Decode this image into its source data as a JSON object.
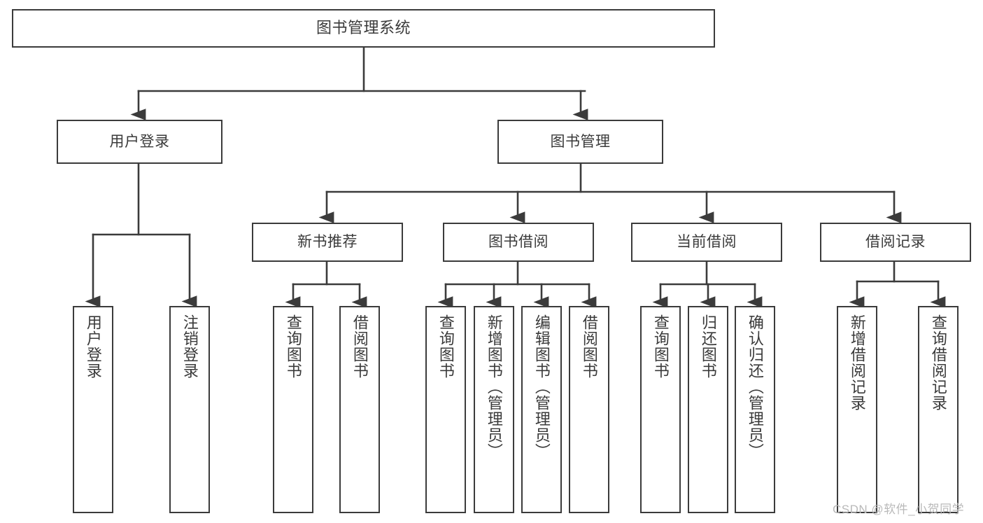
{
  "diagram": {
    "title": "图书管理系统",
    "type": "hierarchy-tree",
    "levels": 4,
    "nodes": {
      "root": {
        "label": "图书管理系统"
      },
      "level1": [
        {
          "id": "user-login",
          "label": "用户登录"
        },
        {
          "id": "book-management",
          "label": "图书管理"
        }
      ],
      "level2": [
        {
          "id": "new-book-recommend",
          "label": "新书推荐",
          "parent": "book-management"
        },
        {
          "id": "book-borrow",
          "label": "图书借阅",
          "parent": "book-management"
        },
        {
          "id": "current-borrow",
          "label": "当前借阅",
          "parent": "book-management"
        },
        {
          "id": "borrow-record",
          "label": "借阅记录",
          "parent": "book-management"
        }
      ],
      "leaves": {
        "user-login": [
          {
            "id": "leaf-user-login",
            "label": "用户登录"
          },
          {
            "id": "leaf-logout-login",
            "label": "注销登录"
          }
        ],
        "new-book-recommend": [
          {
            "id": "leaf-query-book-1",
            "label": "查询图书"
          },
          {
            "id": "leaf-borrow-book-1",
            "label": "借阅图书"
          }
        ],
        "book-borrow": [
          {
            "id": "leaf-query-book-2",
            "label": "查询图书"
          },
          {
            "id": "leaf-add-book",
            "label": "新增图书（管理员）"
          },
          {
            "id": "leaf-edit-book",
            "label": "编辑图书（管理员）"
          },
          {
            "id": "leaf-borrow-book-2",
            "label": "借阅图书"
          }
        ],
        "current-borrow": [
          {
            "id": "leaf-query-book-3",
            "label": "查询图书"
          },
          {
            "id": "leaf-return-book",
            "label": "归还图书"
          },
          {
            "id": "leaf-confirm-return",
            "label": "确认归还（管理员）"
          }
        ],
        "borrow-record": [
          {
            "id": "leaf-add-record",
            "label": "新增借阅记录"
          },
          {
            "id": "leaf-query-record",
            "label": "查询借阅记录"
          }
        ]
      }
    },
    "colors": {
      "stroke": "#3b3b3b",
      "text": "#3a3a3a",
      "background": "#ffffff",
      "watermark": "#b9b9b9"
    }
  },
  "watermark": {
    "text": "CSDN @软件_小贺同学"
  }
}
